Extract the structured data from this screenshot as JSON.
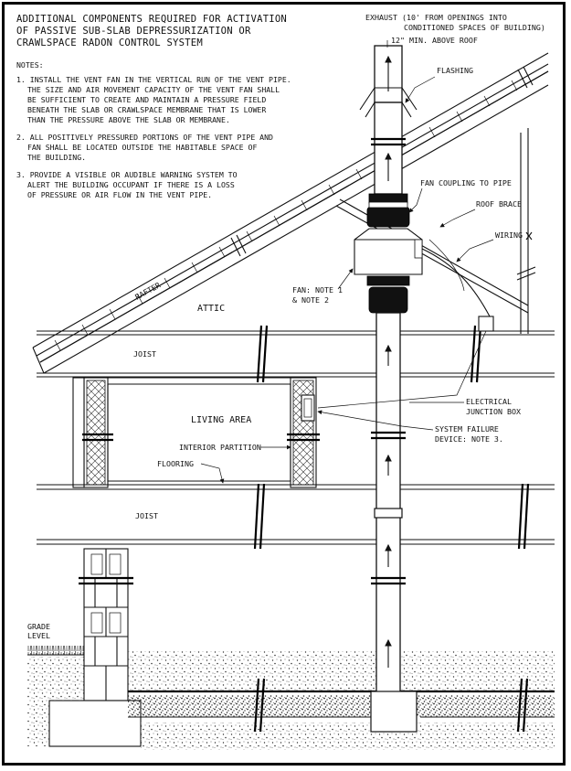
{
  "title": [
    "ADDITIONAL COMPONENTS REQUIRED FOR ACTIVATION",
    "OF PASSIVE SUB-SLAB DEPRESSURIZATION OR",
    "CRAWLSPACE RADON CONTROL SYSTEM"
  ],
  "notes_heading": "NOTES:",
  "notes": [
    [
      "1. INSTALL THE VENT FAN IN THE VERTICAL RUN OF THE VENT PIPE.",
      "THE SIZE AND AIR MOVEMENT CAPACITY OF THE VENT FAN SHALL",
      "BE SUFFICIENT TO CREATE AND MAINTAIN A PRESSURE FIELD",
      "BENEATH THE SLAB OR CRAWLSPACE MEMBRANE THAT IS LOWER",
      "THAN THE PRESSURE ABOVE THE SLAB OR MEMBRANE."
    ],
    [
      "2. ALL POSITIVELY PRESSURED PORTIONS OF THE VENT PIPE AND",
      "FAN SHALL BE LOCATED OUTSIDE THE HABITABLE SPACE OF",
      "THE BUILDING."
    ],
    [
      "3. PROVIDE A VISIBLE OR AUDIBLE WARNING SYSTEM TO",
      "ALERT THE BUILDING OCCUPANT IF THERE IS A LOSS",
      "OF PRESSURE OR AIR FLOW IN THE VENT PIPE."
    ]
  ],
  "labels": {
    "exhaust_1": "EXHAUST (10' FROM OPENINGS INTO",
    "exhaust_2": "CONDITIONED SPACES OF BUILDING)",
    "min_above_roof": "12\" MIN. ABOVE ROOF",
    "flashing": "FLASHING",
    "fan_coupling": "FAN COUPLING TO PIPE",
    "roof_brace": "ROOF BRACE",
    "wiring": "WIRING",
    "fan_note_1": "FAN: NOTE 1",
    "fan_note_2": "& NOTE 2",
    "rafter": "RAFTER",
    "attic": "ATTIC",
    "joist_upper": "JOIST",
    "living_area": "LIVING AREA",
    "interior_partition": "INTERIOR PARTITION",
    "flooring": "FLOORING",
    "joist_lower": "JOIST",
    "electrical_1": "ELECTRICAL",
    "electrical_2": "JUNCTION BOX",
    "system_failure_1": "SYSTEM FAILURE",
    "system_failure_2": "DEVICE: NOTE 3.",
    "grade_1": "GRADE",
    "grade_2": "LEVEL"
  },
  "colors": {
    "ink": "#111111",
    "paper": "#ffffff",
    "frame": "#000000"
  }
}
